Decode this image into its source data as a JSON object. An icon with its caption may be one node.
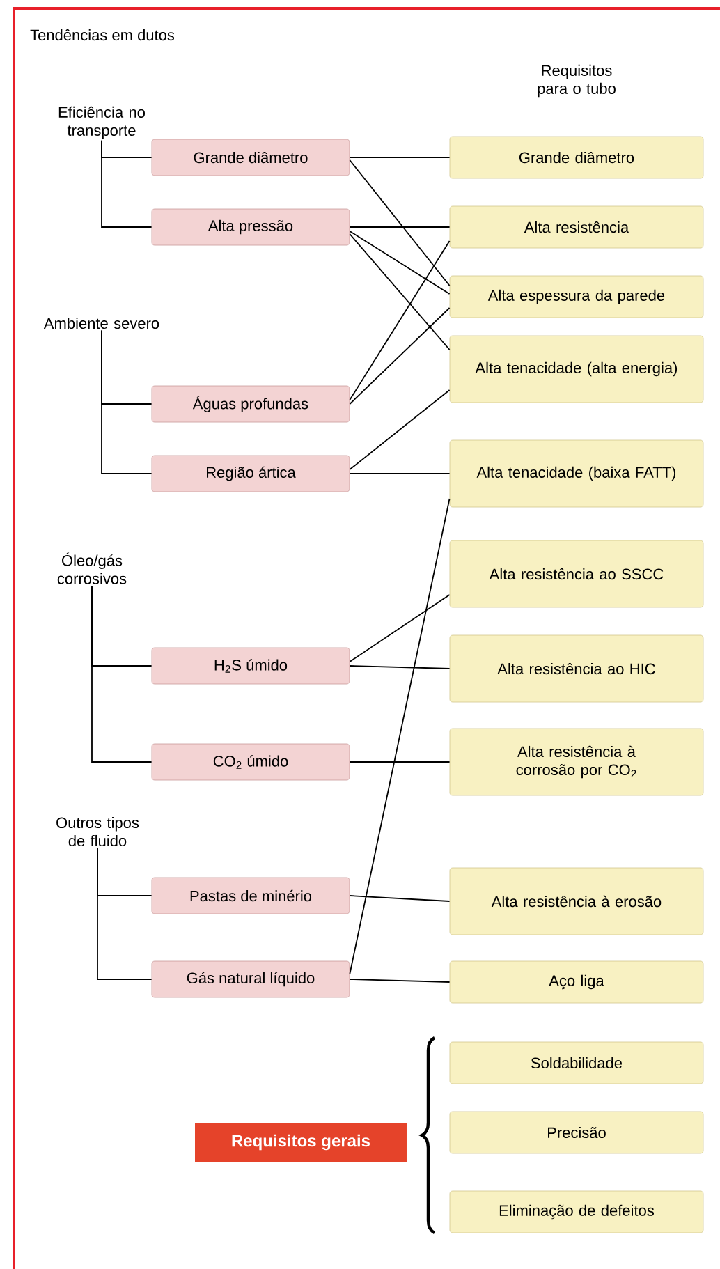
{
  "diagram": {
    "title": "Tendências em dutos",
    "nodes": [
      {
        "text": [
          "Eficiência no transporte"
        ]
      },
      {
        "text": [
          "Grande diâmetro"
        ]
      },
      {
        "text": [
          "Alta pressão"
        ]
      },
      {
        "text": [
          "Ambiente severo"
        ]
      },
      {
        "text": [
          "Águas profundas"
        ]
      },
      {
        "text": [
          "Região ártica"
        ]
      },
      {
        "text": [
          "Óleo/gás corrosivos"
        ]
      },
      {
        "text": [
          "H$_{2}$S úmido"
        ]
      },
      {
        "text": [
          "CO$_{2}$ úmido"
        ]
      },
      {
        "text": [
          "Outros tipos de fluido"
        ]
      },
      {
        "text": [
          "Pastas de minério"
        ]
      },
      {
        "text": [
          "Gás natural líquido"
        ]
      },
      {
        "text": [
          "Requisitos gerais"
        ]
      },
      {
        "text": [
          "Grande diâmetro"
        ]
      },
      {
        "text": [
          "Alta resistência"
        ]
      },
      {
        "text": [
          "Alta espessura da parede"
        ]
      },
      {
        "text": [
          "Alta tenacidade (alta energia)"
        ]
      },
      {
        "text": [
          "Alta tenacidade (baixa FATT)"
        ]
      },
      {
        "text": [
          "Alta resistência ao SSCC"
        ]
      },
      {
        "text": [
          "Alta resistência ao HIC"
        ]
      },
      {
        "text": [
          "Alta resistência à corrosão por CO$_{2}$"
        ]
      },
      {
        "text": [
          "Alta resistência à erosão"
        ]
      },
      {
        "text": [
          "Aço liga"
        ]
      },
      {
        "text": [
          "Soldabilidade"
        ]
      },
      {
        "text": [
          "Precisão"
        ]
      },
      {
        "text": [
          "Eliminação de defeitos"
        ]
      }
    ],
    "edges": [
      {
        "from": 0,
        "to": 1,
        "arrow": "none"
      },
      {
        "from": 0,
        "to": 2,
        "arrow": "none"
      },
      {
        "from": 3,
        "to": 4,
        "arrow": "none"
      },
      {
        "from": 3,
        "to": 5,
        "arrow": "none"
      },
      {
        "from": 6,
        "to": 7,
        "arrow": "none"
      },
      {
        "from": 6,
        "to": 8,
        "arrow": "none"
      },
      {
        "from": 9,
        "to": 10,
        "arrow": "none"
      },
      {
        "from": 9,
        "to": 11,
        "arrow": "none"
      },
      {
        "from": 1,
        "to": 13,
        "arrow": "none"
      },
      {
        "from": 1,
        "to": 15,
        "arrow": "none"
      },
      {
        "from": 2,
        "to": 14,
        "arrow": "none"
      },
      {
        "from": 2,
        "to": 15,
        "arrow": "none"
      },
      {
        "from": 2,
        "to": 16,
        "arrow": "none"
      },
      {
        "from": 4,
        "to": 14,
        "arrow": "none"
      },
      {
        "from": 4,
        "to": 15,
        "arrow": "none"
      },
      {
        "from": 5,
        "to": 16,
        "arrow": "none"
      },
      {
        "from": 5,
        "to": 17,
        "arrow": "none"
      },
      {
        "from": 7,
        "to": 18,
        "arrow": "none"
      },
      {
        "from": 7,
        "to": 19,
        "arrow": "none"
      },
      {
        "from": 8,
        "to": 20,
        "arrow": "none"
      },
      {
        "from": 10,
        "to": 21,
        "arrow": "none"
      },
      {
        "from": 11,
        "to": 22,
        "arrow": "none"
      },
      {
        "from": 11,
        "to": 17,
        "arrow": "none"
      }
    ],
    "labels": [
      "Requisitos para o tubo"
    ]
  }
}
